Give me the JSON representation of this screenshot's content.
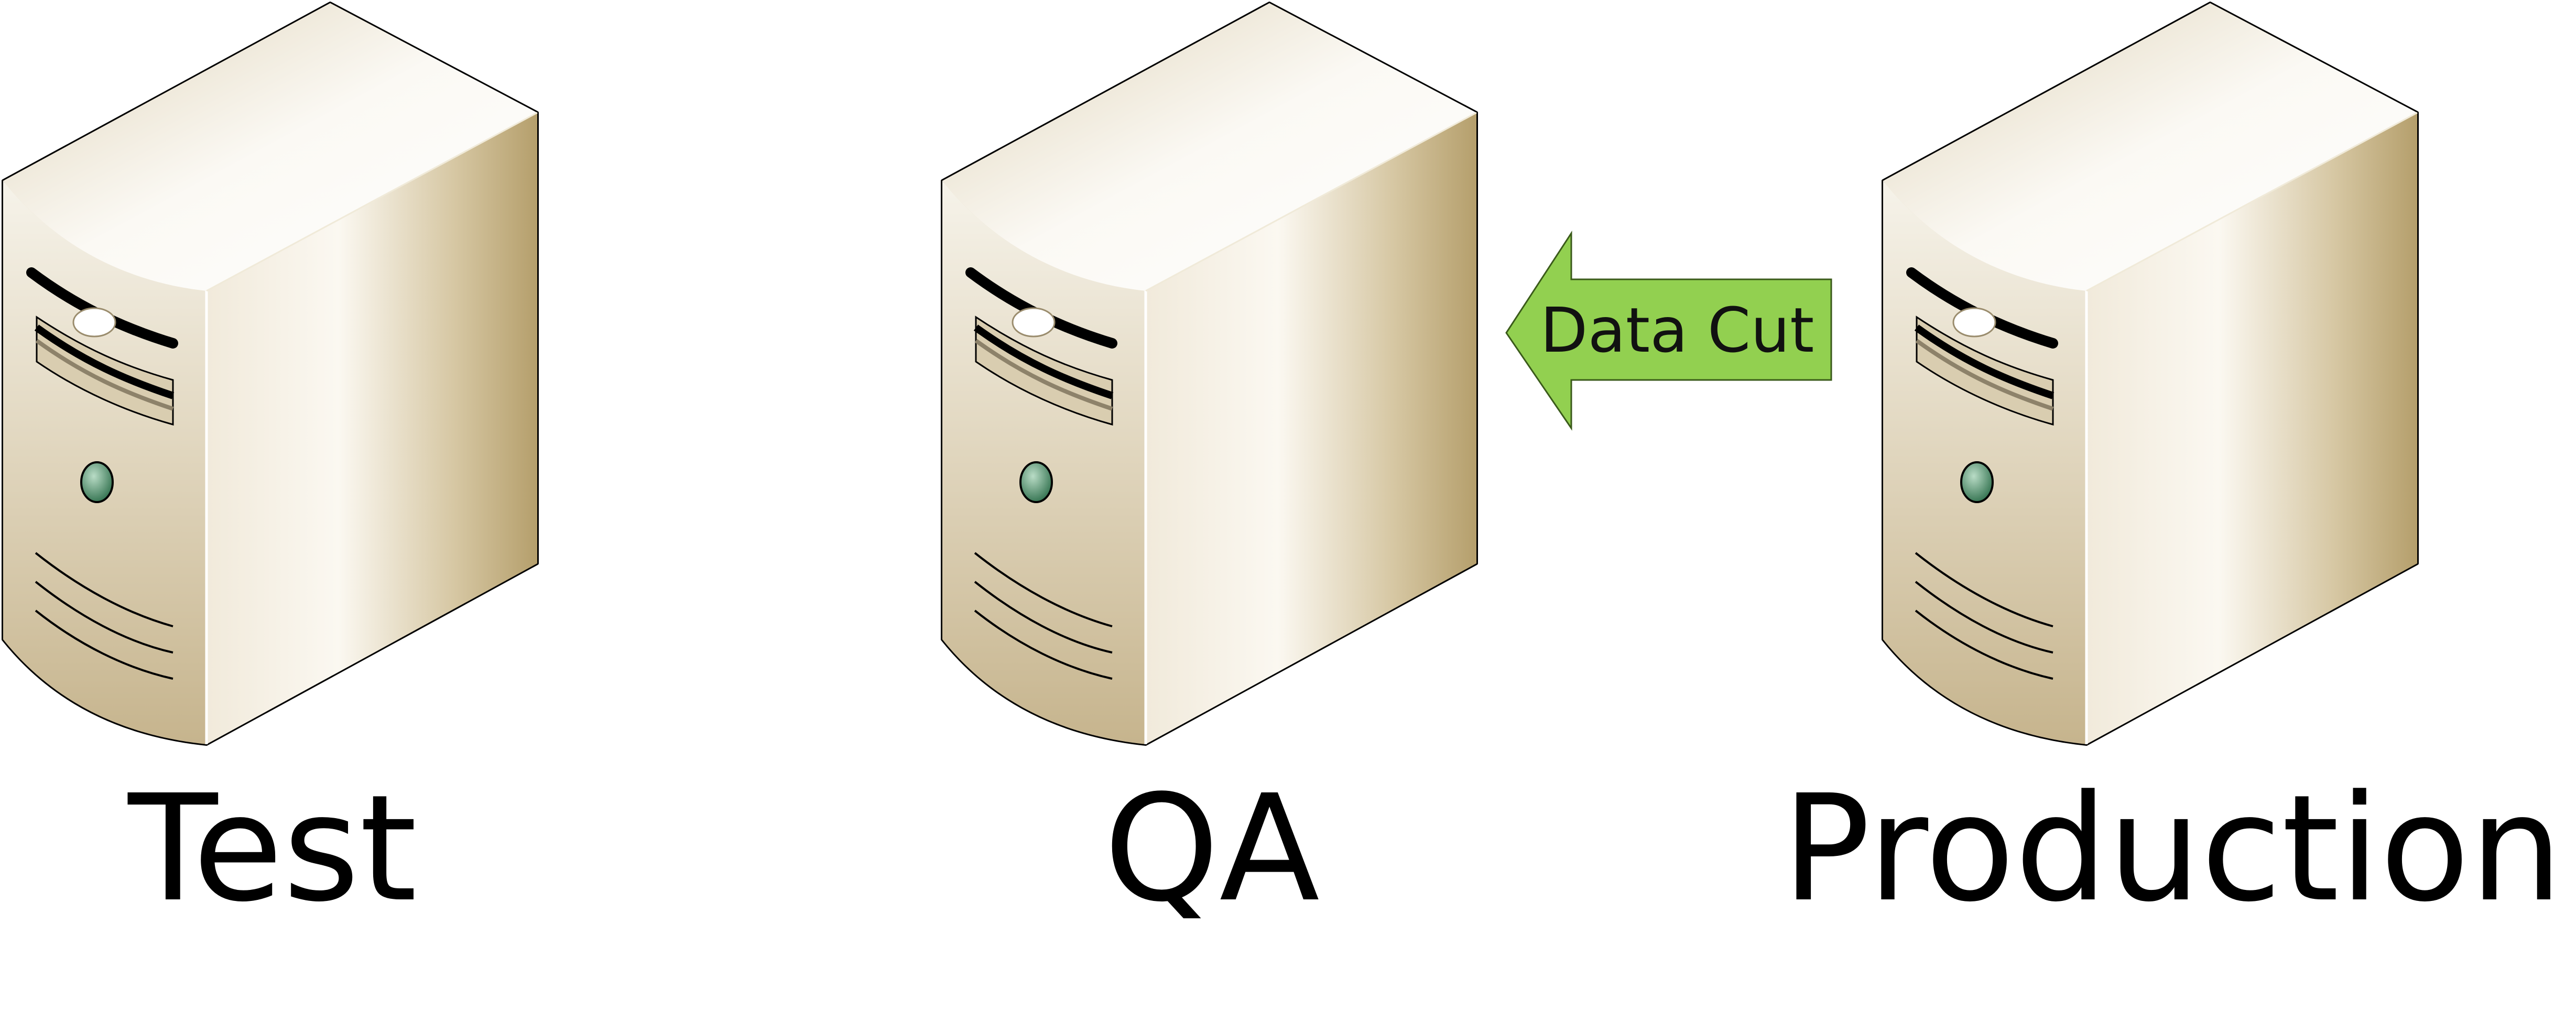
{
  "servers": [
    {
      "label": "Test"
    },
    {
      "label": "QA"
    },
    {
      "label": "Production"
    }
  ],
  "data_flow": {
    "label": "Data Cut",
    "from": "Production",
    "to": "QA",
    "color": "#92d050"
  },
  "icons": {
    "server": "tower-server-icon"
  }
}
